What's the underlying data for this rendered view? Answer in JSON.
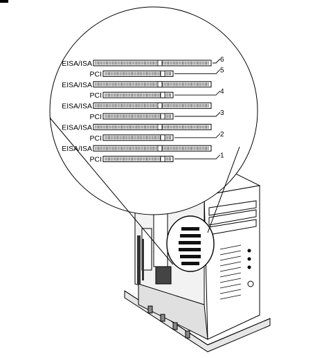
{
  "diagram": {
    "slots": [
      {
        "type": "EISA/ISA",
        "number": "6"
      },
      {
        "type": "PCI",
        "number": "5"
      },
      {
        "type": "EISA/ISA",
        "number": ""
      },
      {
        "type": "PCI",
        "number": "4"
      },
      {
        "type": "EISA/ISA",
        "number": ""
      },
      {
        "type": "PCI",
        "number": "3"
      },
      {
        "type": "EISA/ISA",
        "number": ""
      },
      {
        "type": "PCI",
        "number": "2"
      },
      {
        "type": "EISA/ISA",
        "number": ""
      },
      {
        "type": "PCI",
        "number": "1"
      }
    ],
    "colors": {
      "line": "#000000",
      "case_fill": "#ffffff",
      "shade": "#cfcfcf",
      "dark": "#1a1a1a"
    }
  }
}
